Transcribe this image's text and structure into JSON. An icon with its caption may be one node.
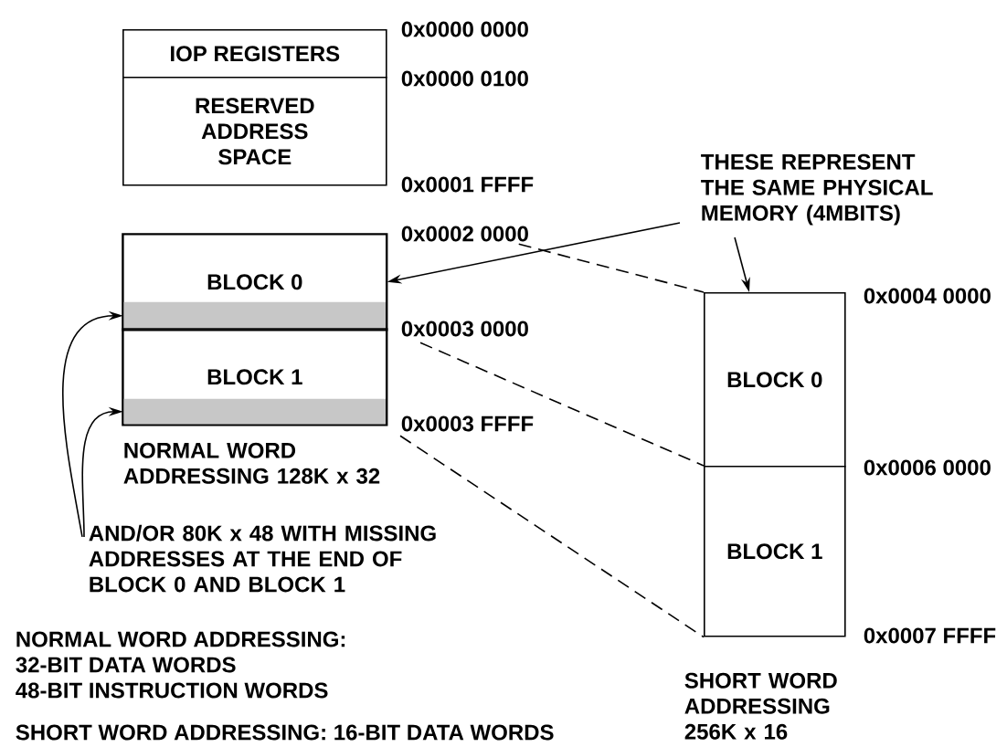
{
  "diagram": {
    "nodes": [
      {
        "text": [
          "IOP REGISTERS"
        ]
      },
      {
        "text": [
          "RESERVED ADDRESS SPACE"
        ]
      },
      {
        "text": [
          "BLOCK 0"
        ]
      },
      {
        "text": [],
        "shape": "bar",
        "in": 2
      },
      {
        "text": [
          "BLOCK 1"
        ],
        "beside": [
          "NORMAL WORD ADDRESSING 128K x 32"
        ]
      },
      {
        "text": [],
        "shape": "bar",
        "in": 4
      },
      {
        "text": [
          "THESE REPRESENT THE SAME PHYSICAL MEMORY (4MBITS)"
        ]
      },
      {
        "text": [
          "AND/OR 80K x 48 WITH MISSING ADDRESSES AT THE END OF BLOCK 0 AND BLOCK 1"
        ]
      },
      {
        "text": [
          "BLOCK 0"
        ]
      },
      {
        "text": [
          "BLOCK 1"
        ],
        "beside": [
          "SHORT WORD ADDRESSING 256K x 16"
        ]
      },
      {
        "text": [
          "0x0002 0000"
        ]
      },
      {
        "text": [
          "0x0003 0000"
        ]
      },
      {
        "text": [
          "0x0003 FFFF"
        ]
      }
    ],
    "edges": [
      {
        "from": 6,
        "to": 2,
        "arrow": "to"
      },
      {
        "from": 6,
        "to": 8,
        "arrow": "to"
      },
      {
        "from": 7,
        "to": 3,
        "arrow": "to"
      },
      {
        "from": 7,
        "to": 5,
        "arrow": "to"
      },
      {
        "from": 10,
        "to": 8,
        "arrow": "none",
        "style": "dashed"
      },
      {
        "from": 11,
        "to": 9,
        "arrow": "none",
        "style": "dashed"
      },
      {
        "from": 12,
        "to": 9,
        "arrow": "none",
        "style": "dashed"
      }
    ],
    "labels": [
      "0x0000 0000",
      "0x0000 0100",
      "0x0001 FFFF",
      "0x0004 0000",
      "0x0006 0000",
      "0x0007 FFFF",
      "NORMAL WORD ADDRESSING:",
      "32-BIT DATA WORDS",
      "48-BIT INSTRUCTION WORDS",
      "SHORT WORD ADDRESSING: 16-BIT DATA WORDS"
    ]
  }
}
